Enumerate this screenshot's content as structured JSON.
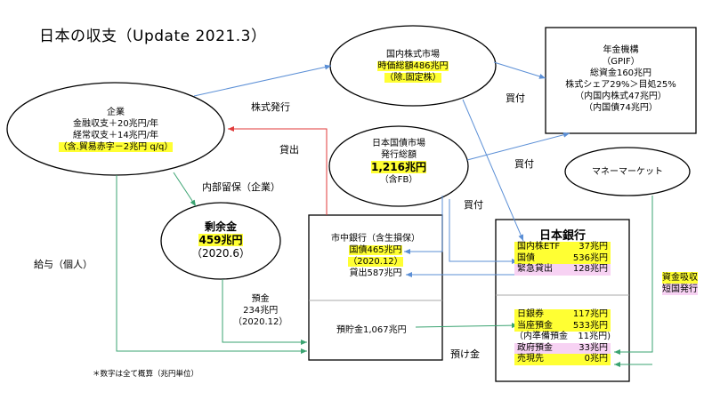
{
  "title": "日本の収支（Update 2021.3）",
  "corporate": {
    "heading": "企業",
    "line1": "金融収支＋20兆円/年",
    "line2": "経常収支＋14兆円/年",
    "line3": "（含.貿易赤字－2兆円 q/q）"
  },
  "stock_market": {
    "heading": "国内株式市場",
    "line1": "時価総額486兆円",
    "line2": "（除.固定株）"
  },
  "gpif": {
    "line1": "年金機構",
    "line2": "（GPIF）",
    "line3": "総資金160兆円",
    "line4": "株式シェア29%＞目処25%",
    "line5": "（内国内株式47兆円）",
    "line6": "（内国債74兆円）"
  },
  "jgb_market": {
    "line1": "日本国債市場",
    "line2": "発行総額",
    "line3": "1,216兆円",
    "line4": "（含FB）"
  },
  "money_market": {
    "label": "マネーマーケット"
  },
  "surplus": {
    "line1": "剰余金",
    "line2": "459兆円",
    "line3": "（2020.6）"
  },
  "commercial_banks": {
    "line1": "市中銀行（含生損保）",
    "line2": "国債465兆円",
    "line3": "（2020.12）",
    "line4": "貸出587兆円",
    "deposits": "預貯金1,067兆円"
  },
  "boj": {
    "title": "日本銀行",
    "assets": [
      {
        "name": "国内株ETF",
        "value": "37兆円",
        "hl": "y"
      },
      {
        "name": "国債",
        "value": "536兆円",
        "hl": "y"
      },
      {
        "name": "緊急貸出",
        "value": "128兆円",
        "hl": "p"
      }
    ],
    "liabilities": [
      {
        "name": "日銀券",
        "value": "117兆円",
        "hl": "y"
      },
      {
        "name": "当座預金",
        "value": "533兆円",
        "hl": "y"
      },
      {
        "name": "（内準備預金",
        "value": "11兆円)",
        "hl": ""
      },
      {
        "name": "政府預金",
        "value": "33兆円",
        "hl": "p"
      },
      {
        "name": "売現先",
        "value": "0兆円",
        "hl": "y"
      }
    ]
  },
  "labels": {
    "stock_issue": "株式発行",
    "lending": "貸出",
    "retained": "内部留保（企業）",
    "buy1": "買付",
    "buy2": "買付",
    "buy3": "買付",
    "wages": "給与（個人）",
    "deposit_head": "預金",
    "deposit_amount": "234兆円",
    "deposit_date": "（2020.12）",
    "deposited": "預け金",
    "absorb1": "資金吸収",
    "absorb2": "短国発行",
    "footnote": "＊数字は全て概算（兆円単位）"
  },
  "colors": {
    "blue_arrow": "#5b8fd6",
    "green_arrow": "#3aa371",
    "red_arrow": "#e03a3a",
    "highlight_yellow": "#ffff33",
    "highlight_pink": "#f7d2f3"
  }
}
